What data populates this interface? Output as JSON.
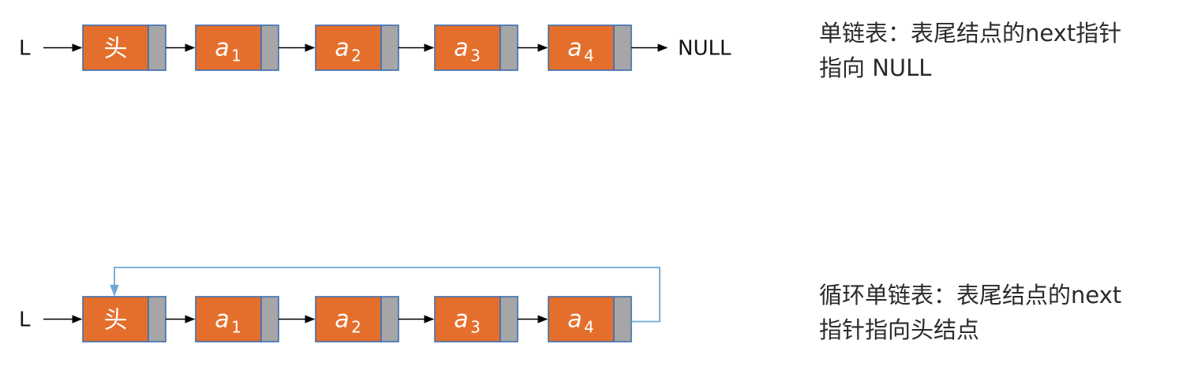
{
  "top_diagram": {
    "start_label": "L",
    "end_label": "NULL",
    "nodes": [
      {
        "text": "头"
      },
      {
        "text": "a",
        "sub": "1"
      },
      {
        "text": "a",
        "sub": "2"
      },
      {
        "text": "a",
        "sub": "3"
      },
      {
        "text": "a",
        "sub": "4"
      }
    ],
    "description": [
      "单链表：表尾结点的next指针",
      "指向 NULL"
    ]
  },
  "bottom_diagram": {
    "start_label": "L",
    "nodes": [
      {
        "text": "头"
      },
      {
        "text": "a",
        "sub": "1"
      },
      {
        "text": "a",
        "sub": "2"
      },
      {
        "text": "a",
        "sub": "3"
      },
      {
        "text": "a",
        "sub": "4"
      }
    ],
    "description": [
      "循环单链表：表尾结点的next",
      "指针指向头结点"
    ]
  },
  "colors": {
    "node_data": "#e46f2c",
    "node_pointer": "#a6a6a6",
    "node_border": "#3e6fb0",
    "loop_arrow": "#6fa8d6"
  }
}
